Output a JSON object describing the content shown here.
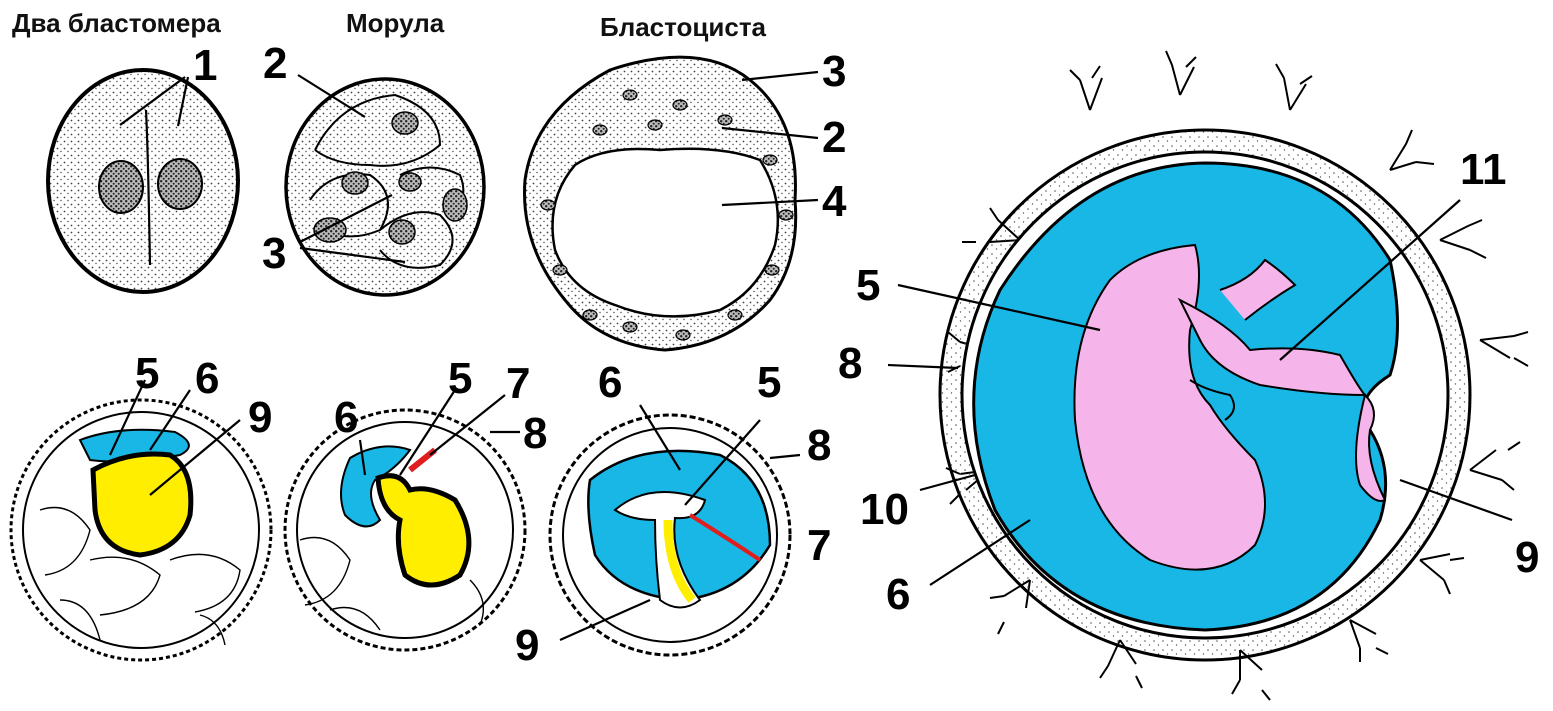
{
  "stage_titles": [
    "Два бластомера",
    "Морула",
    "Бластоциста"
  ],
  "labels": {
    "l1": "1",
    "l2a": "2",
    "l2b": "2",
    "l3a": "3",
    "l3b": "3",
    "l4": "4",
    "l5a": "5",
    "l6a": "6",
    "l9a": "9",
    "l6b": "6",
    "l5b": "5",
    "l7b": "7",
    "l8b": "8",
    "l6c": "6",
    "l5c": "5",
    "l8c": "8",
    "l7c": "7",
    "l9c": "9",
    "l5d": "5",
    "l8d": "8",
    "l10d": "10",
    "l6d": "6",
    "l11d": "11",
    "l9d": "9"
  },
  "colors": {
    "amnion": "#19b7e6",
    "yolk_sac": "#ffee00",
    "embryo": "#f5b5ea",
    "allantois": "#e01e1e",
    "outline": "#000000",
    "stipple": "#555555"
  }
}
